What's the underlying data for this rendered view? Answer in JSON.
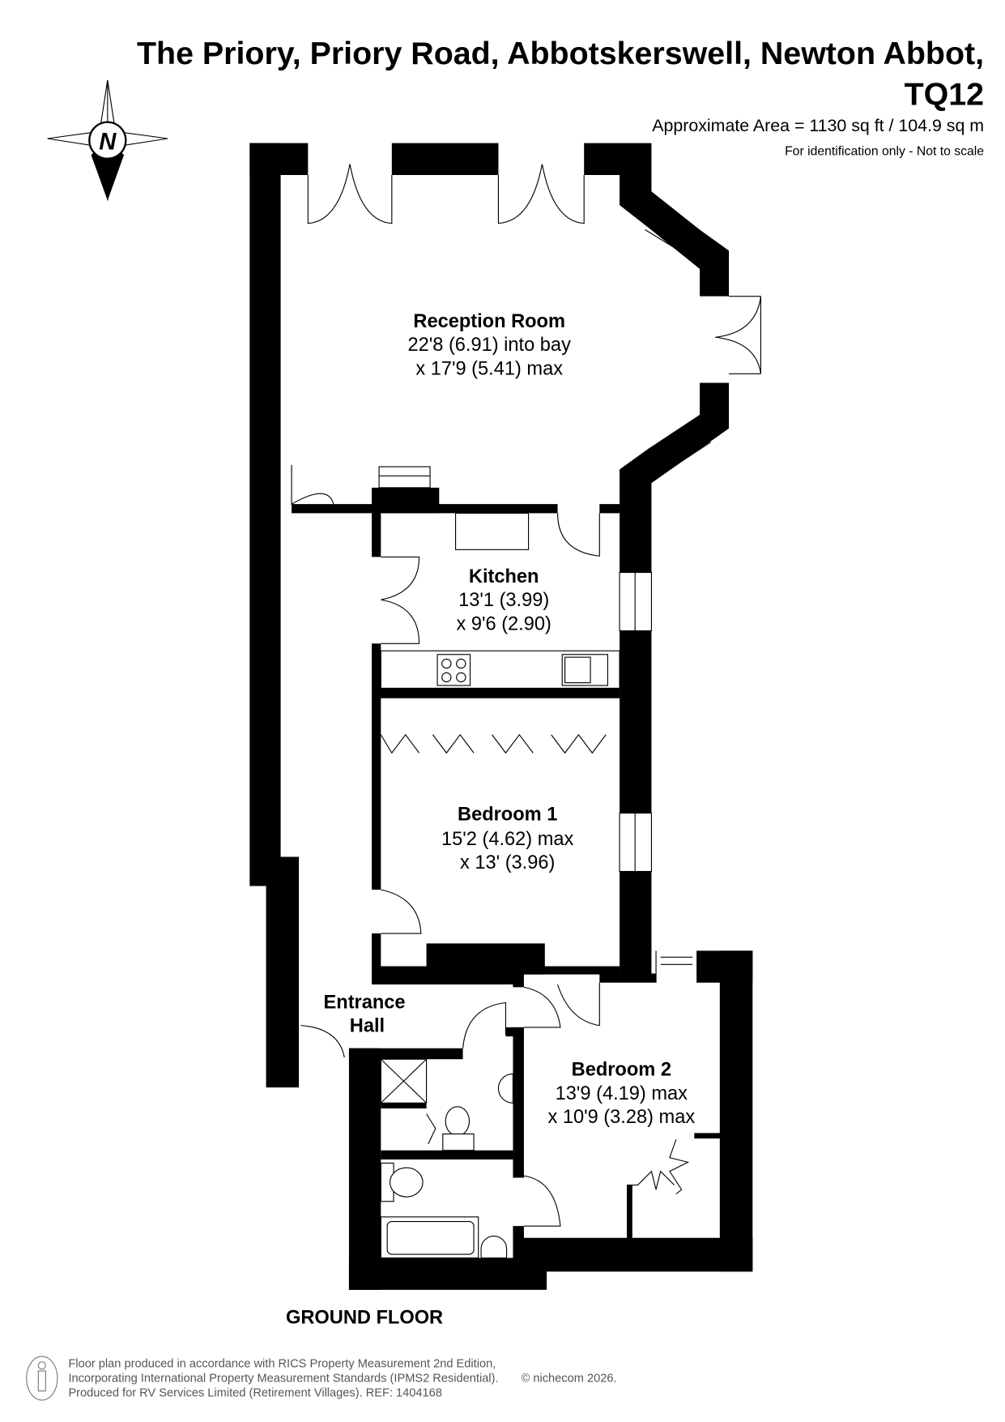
{
  "header": {
    "title_line1": "The Priory, Priory Road, Abbotskerswell, Newton Abbot,",
    "title_line2": "TQ12",
    "area": "Approximate Area = 1130 sq ft / 104.9 sq m",
    "disclaimer": "For identification only - Not to scale"
  },
  "compass": {
    "label": "N",
    "icon": "compass-rose-icon"
  },
  "rooms": [
    {
      "name": "Reception Room",
      "dim1": "22'8 (6.91) into bay",
      "dim2": "x 17'9 (5.41) max"
    },
    {
      "name": "Kitchen",
      "dim1": "13'1 (3.99)",
      "dim2": "x 9'6 (2.90)"
    },
    {
      "name": "Bedroom 1",
      "dim1": "15'2 (4.62) max",
      "dim2": "x 13' (3.96)"
    },
    {
      "name": "Bedroom 2",
      "dim1": "13'9 (4.19) max",
      "dim2": "x 10'9 (3.28) max"
    },
    {
      "name": "Entrance",
      "name2": "Hall"
    }
  ],
  "floor_label": "GROUND FLOOR",
  "footer": {
    "line1": "Floor plan produced in accordance with RICS Property Measurement 2nd Edition,",
    "line2": "Incorporating International Property Measurement Standards (IPMS2 Residential).",
    "copyright": "© nichecom 2026.",
    "line3": "Produced for RV Services Limited (Retirement Villages).   REF:  1404168"
  }
}
